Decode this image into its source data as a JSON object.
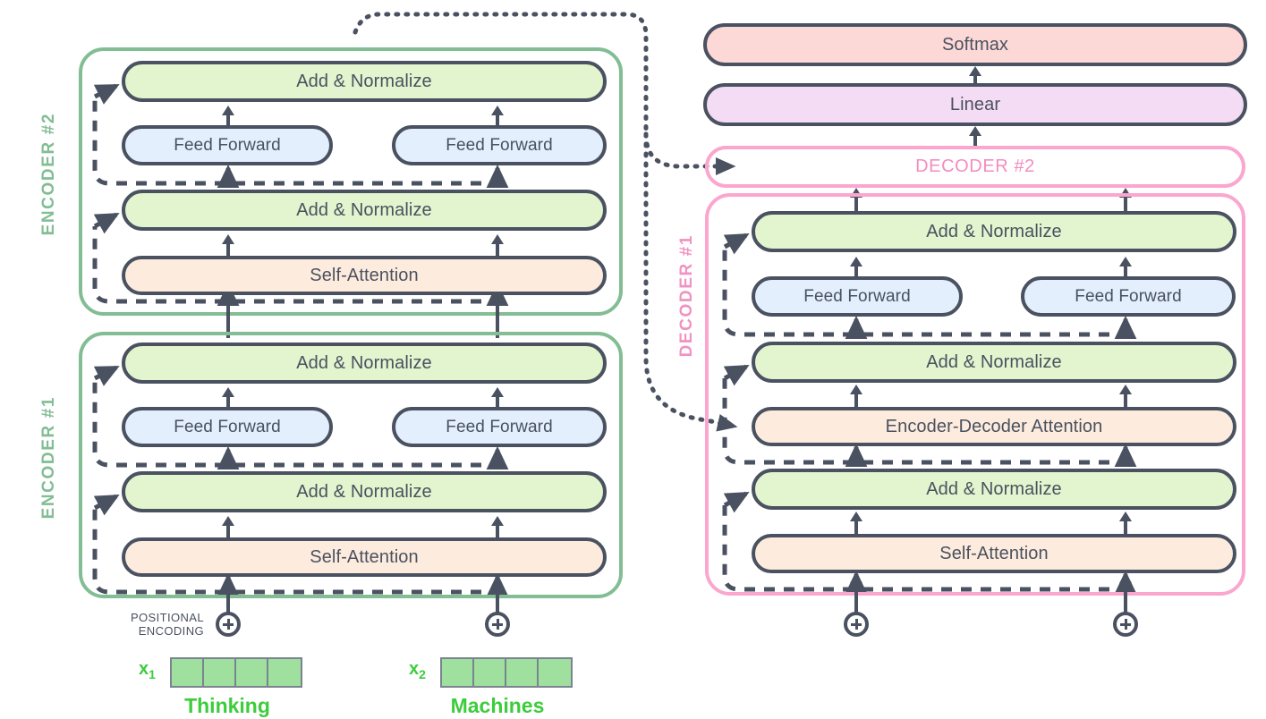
{
  "diagram": {
    "title": "Transformer encoder-decoder architecture",
    "colors": {
      "encoder_border": "#82bd94",
      "decoder_border": "#fba6cf",
      "decoder_label": "#f092c2",
      "block_stroke": "#4a5160",
      "add_norm_fill": "#e2f5ce",
      "feed_forward_fill": "#e3effc",
      "attention_fill": "#fdecdd",
      "softmax_fill": "#fcd8d6",
      "linear_fill": "#f4dcf4",
      "embedding_fill": "#9fe09f",
      "word_text": "#3ccc3c"
    }
  },
  "encoder_stacks": [
    {
      "label": "ENCODER #2",
      "layers": [
        {
          "name": "add-normalize-top",
          "label": "Add & Normalize",
          "kind": "add-norm"
        },
        {
          "name": "feed-forward-left",
          "label": "Feed Forward",
          "kind": "feed-forward"
        },
        {
          "name": "feed-forward-right",
          "label": "Feed Forward",
          "kind": "feed-forward"
        },
        {
          "name": "add-normalize-bottom",
          "label": "Add & Normalize",
          "kind": "add-norm"
        },
        {
          "name": "self-attention",
          "label": "Self-Attention",
          "kind": "attention"
        }
      ]
    },
    {
      "label": "ENCODER #1",
      "layers": [
        {
          "name": "add-normalize-top",
          "label": "Add & Normalize",
          "kind": "add-norm"
        },
        {
          "name": "feed-forward-left",
          "label": "Feed Forward",
          "kind": "feed-forward"
        },
        {
          "name": "feed-forward-right",
          "label": "Feed Forward",
          "kind": "feed-forward"
        },
        {
          "name": "add-normalize-bottom",
          "label": "Add & Normalize",
          "kind": "add-norm"
        },
        {
          "name": "self-attention",
          "label": "Self-Attention",
          "kind": "attention"
        }
      ]
    }
  ],
  "decoder_stacks": [
    {
      "label": "DECODER #2",
      "collapsed": true,
      "layers": []
    },
    {
      "label": "DECODER #1",
      "collapsed": false,
      "layers": [
        {
          "name": "add-normalize-top",
          "label": "Add & Normalize",
          "kind": "add-norm"
        },
        {
          "name": "feed-forward-left",
          "label": "Feed Forward",
          "kind": "feed-forward"
        },
        {
          "name": "feed-forward-right",
          "label": "Feed Forward",
          "kind": "feed-forward"
        },
        {
          "name": "add-normalize-middle",
          "label": "Add & Normalize",
          "kind": "add-norm"
        },
        {
          "name": "encoder-decoder-attention",
          "label": "Encoder-Decoder Attention",
          "kind": "attention"
        },
        {
          "name": "add-normalize-bottom",
          "label": "Add & Normalize",
          "kind": "add-norm"
        },
        {
          "name": "self-attention",
          "label": "Self-Attention",
          "kind": "attention"
        }
      ]
    }
  ],
  "output_head": [
    {
      "name": "softmax",
      "label": "Softmax",
      "kind": "softmax"
    },
    {
      "name": "linear",
      "label": "Linear",
      "kind": "linear"
    }
  ],
  "inputs": {
    "positional_encoding_label_line1": "POSITIONAL",
    "positional_encoding_label_line2": "ENCODING",
    "plus_icon": "plus-circle-icon",
    "tokens": [
      {
        "tag": "x",
        "index": "1",
        "word": "Thinking",
        "cells": 4
      },
      {
        "tag": "x",
        "index": "2",
        "word": "Machines",
        "cells": 4
      }
    ]
  }
}
